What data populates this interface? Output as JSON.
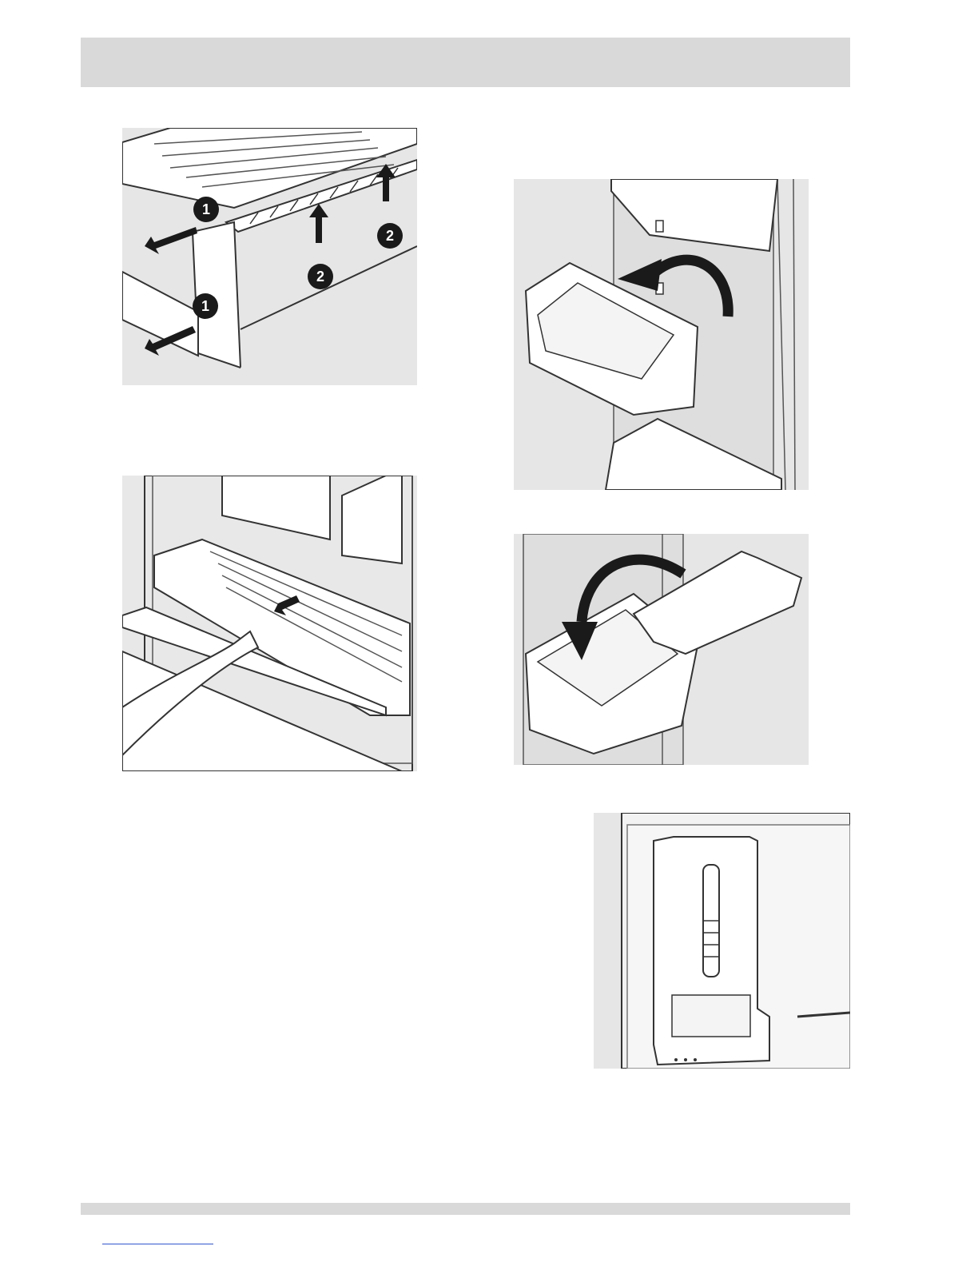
{
  "figures": {
    "crisper_removal": {
      "callouts": [
        "1",
        "1",
        "2",
        "2"
      ]
    },
    "door_bin_removal": {},
    "pantry_drawer": {},
    "dairy_door": {},
    "water_filter": {}
  },
  "colors": {
    "header_band": "#d9d9d9",
    "footer_band": "#d9d9d9",
    "figure_background": "#e6e6e6",
    "line_art": "#333333",
    "arrow_fill": "#1a1a1a",
    "callout_badge": "#1a1a1a",
    "footer_link": "#3355cc"
  }
}
